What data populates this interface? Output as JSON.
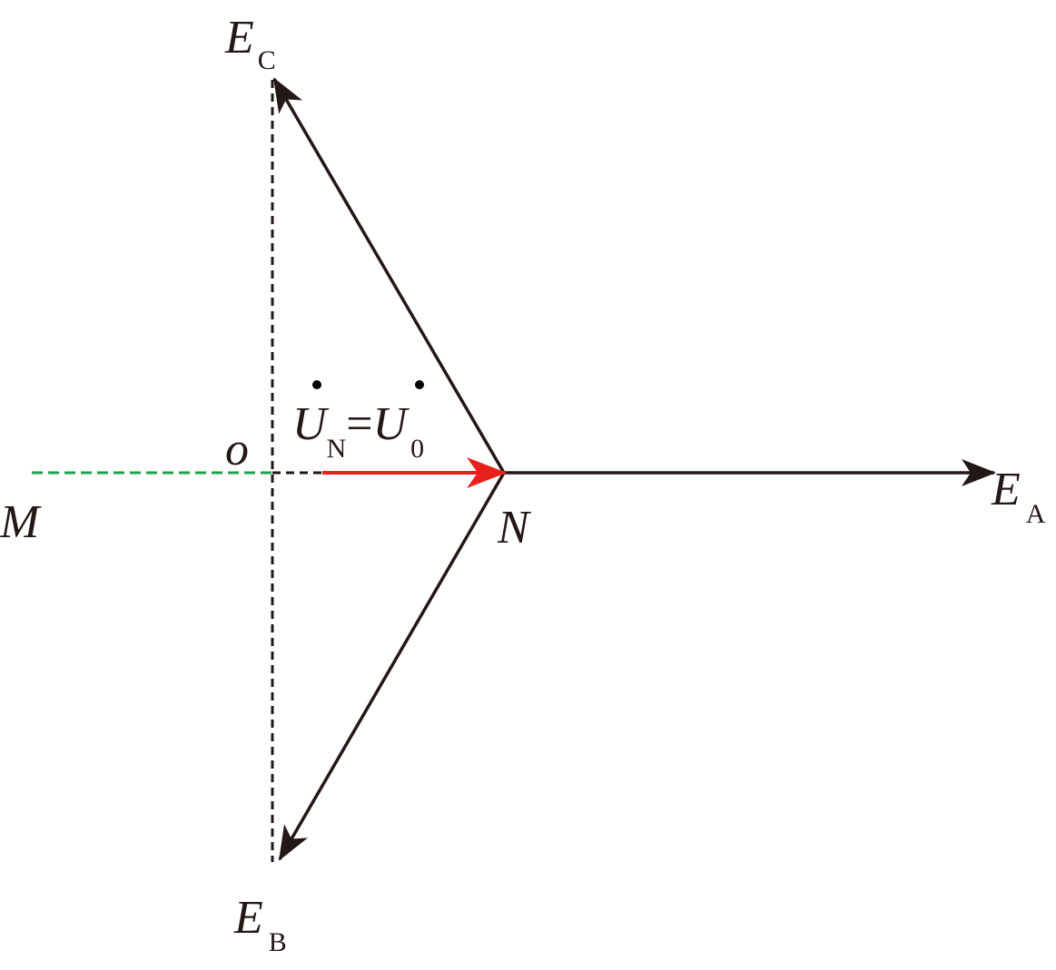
{
  "colors": {
    "vector": "#231815",
    "neutral_shift": "#e8211c",
    "axis_green": "#1fa24a"
  },
  "labels": {
    "ec_main": "E",
    "ec_sub": "C",
    "ea_main": "E",
    "ea_sub": "A",
    "eb_main": "E",
    "eb_sub": "B",
    "m": "M",
    "n": "N",
    "o": "o",
    "un_main": "U",
    "un_sub": "N",
    "equals": "=",
    "u0_main": "U",
    "u0_sub": "0"
  }
}
